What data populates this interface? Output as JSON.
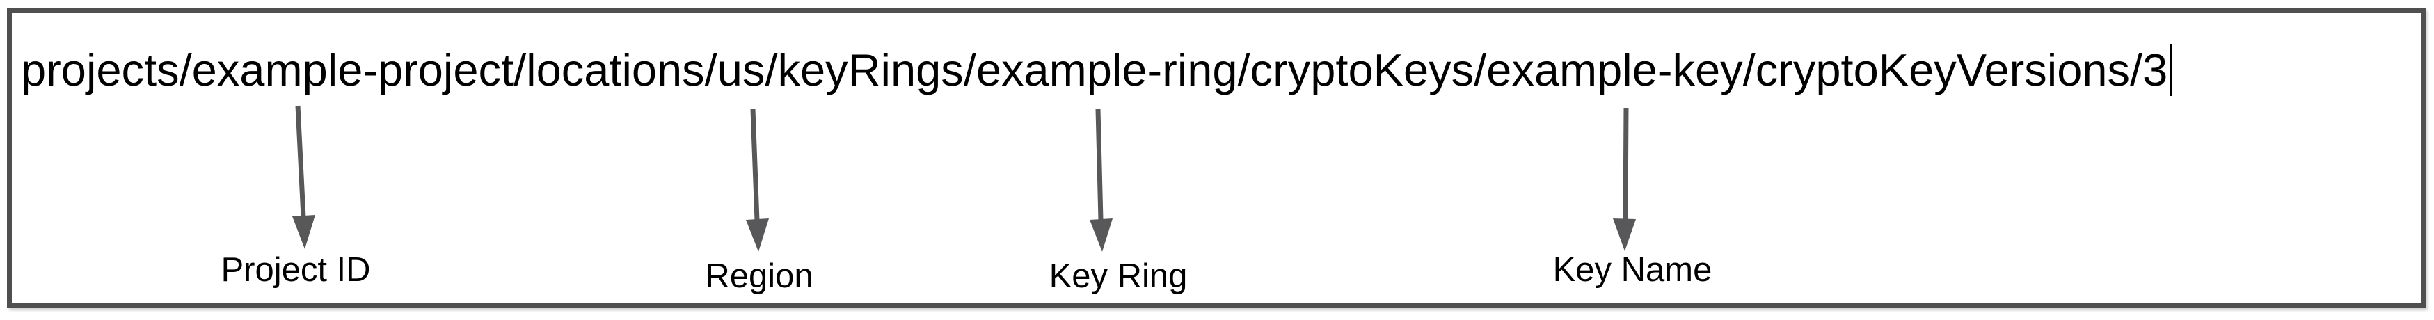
{
  "figure": {
    "resource_path": "projects/example-project/locations/us/keyRings/example-ring/cryptoKeys/example-key/cryptoKeyVersions/3",
    "annotations": [
      {
        "label": "Project ID",
        "points_to": "example-project"
      },
      {
        "label": "Region",
        "points_to": "us"
      },
      {
        "label": "Key Ring",
        "points_to": "example-ring"
      },
      {
        "label": "Key Name",
        "points_to": "example-key"
      }
    ],
    "colors": {
      "arrow": "#58585a",
      "border": "#4f4f51",
      "text": "#000000"
    }
  }
}
